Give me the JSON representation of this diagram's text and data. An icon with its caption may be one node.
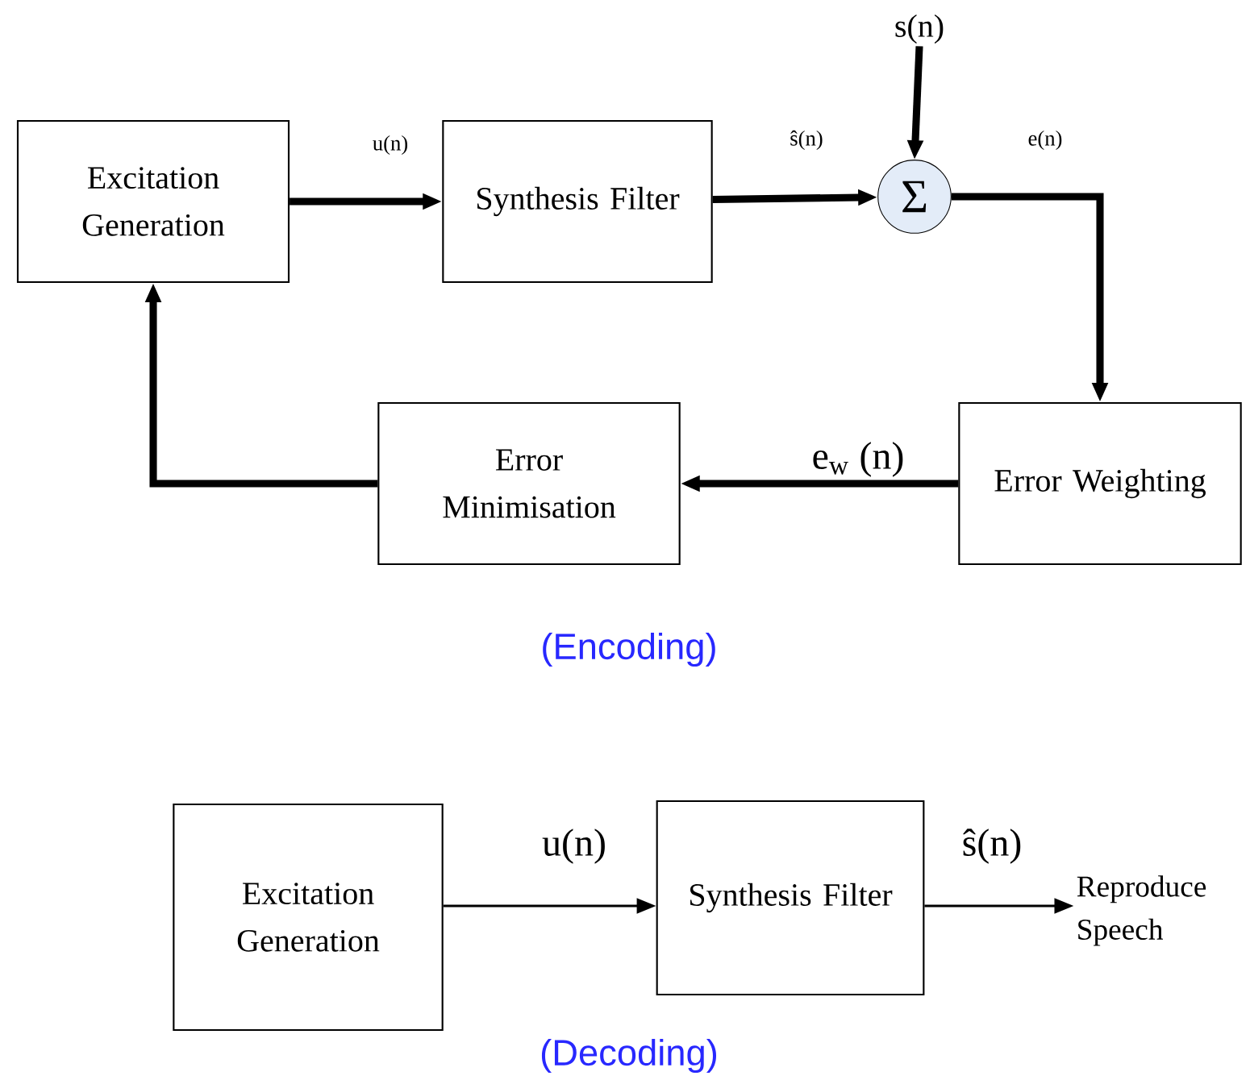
{
  "diagram": {
    "nodes": [
      {
        "text": [
          "Excitation Generation"
        ]
      },
      {
        "text": [
          "Synthesis Filter"
        ]
      },
      {
        "text": [
          "Σ"
        ]
      },
      {
        "text": [
          "s(n)"
        ]
      },
      {
        "text": [
          "Error Weighting"
        ]
      },
      {
        "text": [
          "Error Minimisation"
        ]
      },
      {
        "text": [
          "Excitation Generation"
        ]
      },
      {
        "text": [
          "Synthesis Filter"
        ]
      },
      {
        "text": [
          "Reproduce Speech"
        ]
      }
    ],
    "edges": [
      {
        "from": 0,
        "to": 1,
        "arrow": "to",
        "label": "u(n)"
      },
      {
        "from": 1,
        "to": 2,
        "arrow": "to",
        "label": "ŝ(n)"
      },
      {
        "from": 3,
        "to": 2,
        "arrow": "to"
      },
      {
        "from": 2,
        "to": 4,
        "arrow": "to",
        "label": "e(n)"
      },
      {
        "from": 4,
        "to": 5,
        "arrow": "to",
        "label": "e$_{w}$ (n)"
      },
      {
        "from": 5,
        "to": 0,
        "arrow": "to"
      },
      {
        "from": 6,
        "to": 7,
        "arrow": "to",
        "label": "u(n)"
      },
      {
        "from": 7,
        "to": 8,
        "arrow": "to",
        "label": "ŝ(n)"
      }
    ],
    "labels": [
      "(Encoding)",
      "(Decoding)"
    ]
  }
}
